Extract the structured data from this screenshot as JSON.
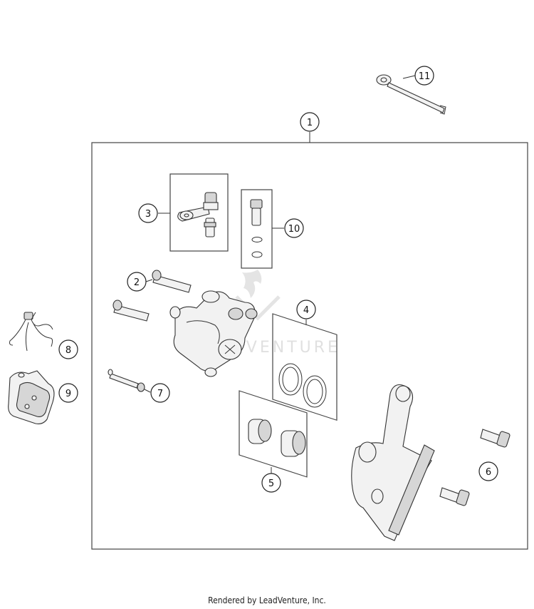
{
  "footer": {
    "text": "Rendered by LeadVenture, Inc."
  },
  "watermark": {
    "text": "LEADVENTURE",
    "color": "#c8c8c8"
  },
  "callouts": [
    {
      "number": "1",
      "part": "brake-caliper-assembly"
    },
    {
      "number": "2",
      "part": "caliper-bolt"
    },
    {
      "number": "3",
      "part": "bleeder-kit"
    },
    {
      "number": "4",
      "part": "piston-seal-kit"
    },
    {
      "number": "5",
      "part": "piston-kit"
    },
    {
      "number": "6",
      "part": "bracket-bolt"
    },
    {
      "number": "7",
      "part": "pad-pin"
    },
    {
      "number": "8",
      "part": "pad-spring"
    },
    {
      "number": "9",
      "part": "brake-pads"
    },
    {
      "number": "10",
      "part": "seal-kit"
    },
    {
      "number": "11",
      "part": "banjo-bolt"
    }
  ]
}
